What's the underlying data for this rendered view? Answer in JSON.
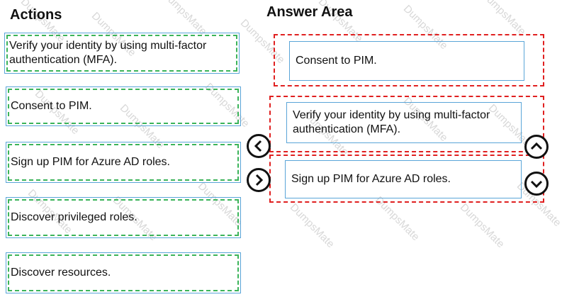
{
  "headings": {
    "actions": "Actions",
    "answer_area": "Answer Area"
  },
  "watermark": "DumpsMate",
  "actions": [
    {
      "label": "Verify your identity by using multi-factor authentication (MFA)."
    },
    {
      "label": "Consent to PIM."
    },
    {
      "label": "Sign up PIM for Azure AD roles."
    },
    {
      "label": "Discover privileged roles."
    },
    {
      "label": "Discover resources."
    }
  ],
  "answers": [
    {
      "label": "Consent to PIM."
    },
    {
      "label": "Verify your identity by using multi-factor authentication (MFA)."
    },
    {
      "label": "Sign up PIM for Azure AD roles."
    }
  ],
  "controls": {
    "move_left": "chevron-left-icon",
    "move_right": "chevron-right-icon",
    "move_up": "chevron-up-icon",
    "move_down": "chevron-down-icon"
  },
  "colors": {
    "item_border": "#5aa5d8",
    "action_dash": "#3cb45a",
    "answer_dash": "#e02020"
  }
}
